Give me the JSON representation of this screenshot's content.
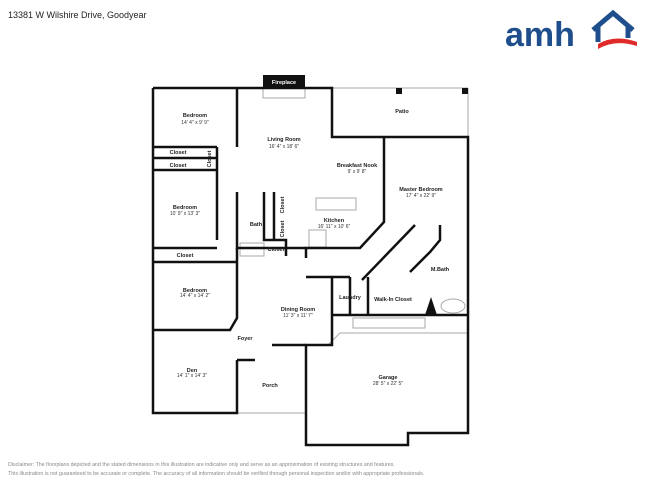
{
  "header": {
    "title": "13381 W Wilshire Drive, Goodyear"
  },
  "logo": {
    "text": "amh",
    "colors": {
      "blue": "#1f4e8c",
      "red": "#e02a2a"
    }
  },
  "rooms": {
    "fireplace": {
      "label": "Fireplace"
    },
    "patio": {
      "label": "Patio"
    },
    "bedroom1": {
      "label": "Bedroom",
      "dim": "14' 4\" x 9' 9\""
    },
    "living": {
      "label": "Living Room",
      "dim": "16' 4\" x 18' 6\""
    },
    "closet1": {
      "label": "Closet"
    },
    "closet2": {
      "label": "Closet"
    },
    "closet3": {
      "label": "Closet"
    },
    "nook": {
      "label": "Breakfast Nook",
      "dim": "9' x 9' 8\""
    },
    "master": {
      "label": "Master Bedroom",
      "dim": "17' 4\" x 22' 9\""
    },
    "bedroom2": {
      "label": "Bedroom",
      "dim": "10' 9\" x 13' 3\""
    },
    "bath": {
      "label": "Bath"
    },
    "closet4": {
      "label": "Closet"
    },
    "closet5": {
      "label": "Closet"
    },
    "kitchen": {
      "label": "Kitchen",
      "dim": "16' 11\" x 10' 6\""
    },
    "closet6": {
      "label": "Closet"
    },
    "closet7": {
      "label": "Closet"
    },
    "mbath": {
      "label": "M.Bath"
    },
    "bedroom3": {
      "label": "Bedroom",
      "dim": "14' 4\" x 14' 2\""
    },
    "laundry": {
      "label": "Laundry"
    },
    "walkin": {
      "label": "Walk-In Closet"
    },
    "dining": {
      "label": "Dining Room",
      "dim": "11' 3\" x 11' 7\""
    },
    "foyer": {
      "label": "Foyer"
    },
    "den": {
      "label": "Den",
      "dim": "14' 1\" x 14' 3\""
    },
    "porch": {
      "label": "Porch"
    },
    "garage": {
      "label": "Garage",
      "dim": "28' 5\" x 22' 5\""
    }
  },
  "disclaimer": {
    "line1": "Disclaimer: The floorplans depicted and the stated dimensions in this illustration are indicative only and serve as an approximation of existing structures and features.",
    "line2": "This illustration is not guaranteed to be accurate or complete. The accuracy of all information should be verified through personal inspection and/or with appropriate professionals."
  }
}
